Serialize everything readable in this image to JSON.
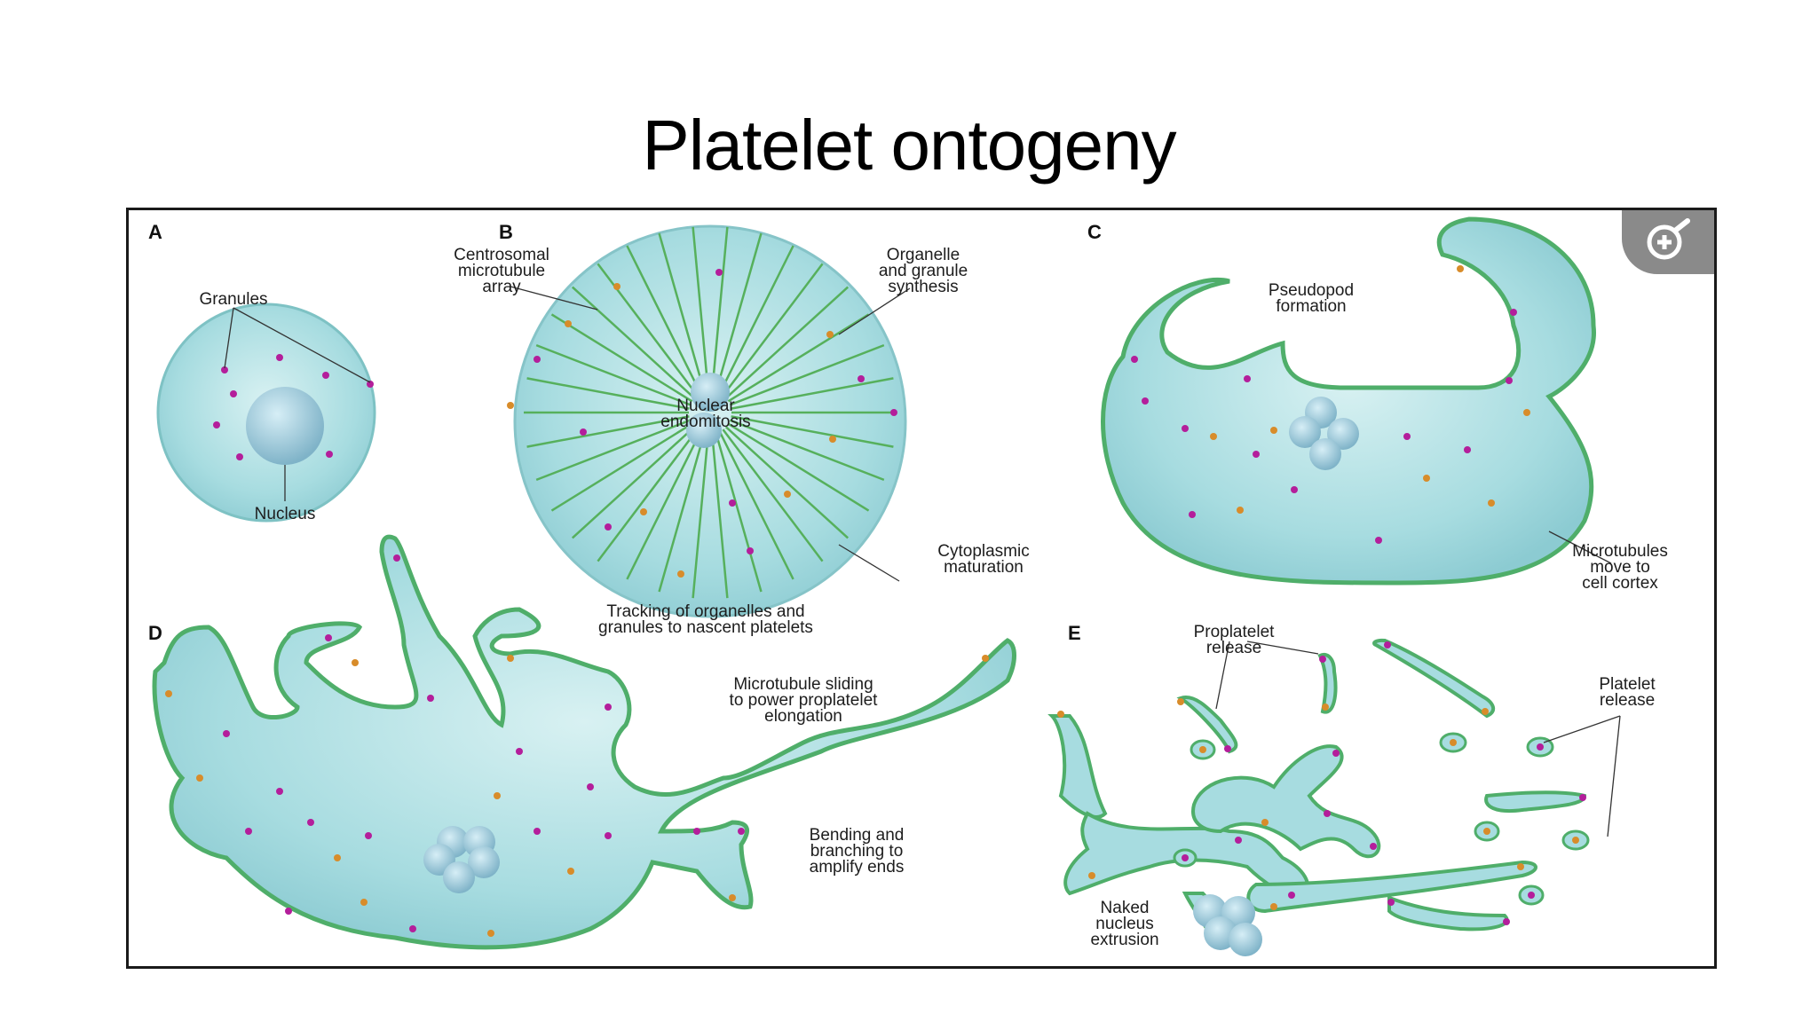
{
  "slide": {
    "title": "Platelet ontogeny"
  },
  "figure": {
    "zoom_icon": "zoom-in-magnifier-icon",
    "colors": {
      "cell_fill": "#a7dce0",
      "membrane": "#4fae6a",
      "microtubule": "#56b05c",
      "granule_magenta": "#b41e9b",
      "granule_orange": "#d88c2a",
      "nucleus": "#7fb3c8"
    },
    "panels": {
      "a": {
        "letter": "A",
        "granules": "Granules",
        "nucleus": "Nucleus"
      },
      "b": {
        "letter": "B",
        "centrosomal": [
          "Centrosomal",
          "microtubule",
          "array"
        ],
        "organelle": [
          "Organelle",
          "and granule",
          "synthesis"
        ],
        "nuclear": [
          "Nuclear",
          "endomitosis"
        ],
        "cytoplasmic": [
          "Cytoplasmic",
          "maturation"
        ]
      },
      "c": {
        "letter": "C",
        "pseudopod": [
          "Pseudopod",
          "formation"
        ],
        "microtubules": [
          "Microtubules",
          "move to",
          "cell cortex"
        ]
      },
      "d": {
        "letter": "D",
        "tracking": [
          "Tracking of organelles and",
          "granules to nascent platelets"
        ],
        "sliding": [
          "Microtubule sliding",
          "to power proplatelet",
          "elongation"
        ],
        "bending": [
          "Bending and",
          "branching to",
          "amplify ends"
        ]
      },
      "e": {
        "letter": "E",
        "proplatelet": [
          "Proplatelet",
          "release"
        ],
        "platelet": [
          "Platelet",
          "release"
        ],
        "naked": [
          "Naked",
          "nucleus",
          "extrusion"
        ]
      }
    }
  }
}
